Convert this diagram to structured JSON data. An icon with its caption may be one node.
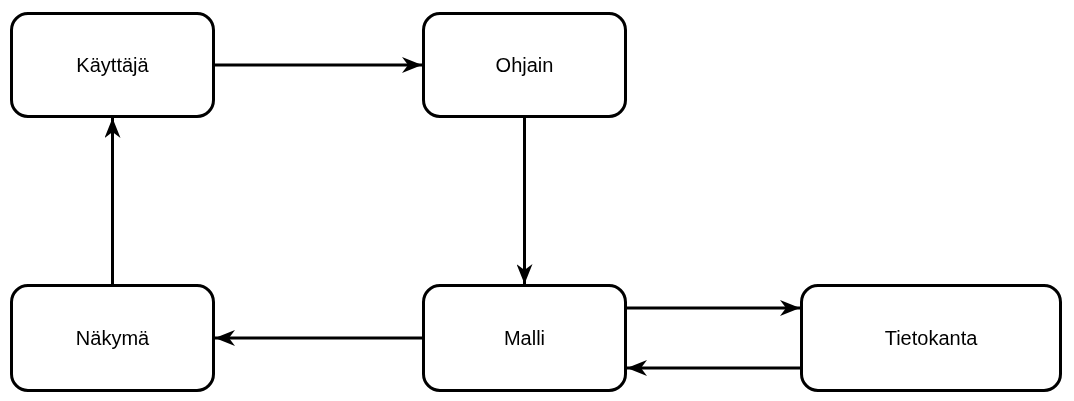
{
  "diagram": {
    "nodes": [
      {
        "text": [
          "Käyttäjä"
        ]
      },
      {
        "text": [
          "Ohjain"
        ]
      },
      {
        "text": [
          "Näkymä"
        ]
      },
      {
        "text": [
          "Malli"
        ]
      },
      {
        "text": [
          "Tietokanta"
        ]
      }
    ],
    "edges": [
      {
        "from": 0,
        "to": 1,
        "arrow": "to"
      },
      {
        "from": 1,
        "to": 3,
        "arrow": "to"
      },
      {
        "from": 3,
        "to": 2,
        "arrow": "to"
      },
      {
        "from": 3,
        "to": 4,
        "arrow": "to"
      },
      {
        "from": 4,
        "to": 3,
        "arrow": "to"
      },
      {
        "from": 2,
        "to": 0,
        "arrow": "to"
      }
    ]
  }
}
